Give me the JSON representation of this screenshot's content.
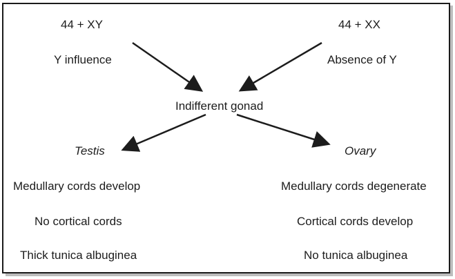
{
  "top_left": {
    "genotype": "44 + XY",
    "influence": "Y influence"
  },
  "top_right": {
    "genotype": "44 + XX",
    "influence": "Absence of Y"
  },
  "center": {
    "label": "Indifferent gonad"
  },
  "left_branch": {
    "organ": "Testis",
    "features": [
      "Medullary cords develop",
      "No cortical cords",
      "Thick tunica albuginea"
    ]
  },
  "right_branch": {
    "organ": "Ovary",
    "features": [
      "Medullary cords degenerate",
      "Cortical cords develop",
      "No tunica albuginea"
    ]
  },
  "colors": {
    "ink": "#1c1c1c",
    "border": "#1a1a1a"
  }
}
